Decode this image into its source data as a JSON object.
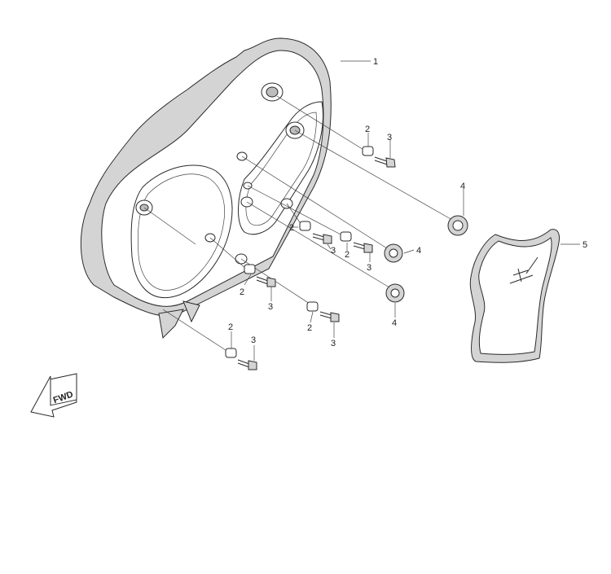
{
  "diagram": {
    "callouts": {
      "c1": "1",
      "c2a": "2",
      "c3a": "3",
      "c4a": "4",
      "c2b": "2",
      "c3b": "3",
      "c2c": "2",
      "c3c": "3",
      "c4b": "4",
      "c2d": "2",
      "c3d": "3",
      "c4c": "4",
      "c5": "5",
      "c2e": "2",
      "c3e": "3",
      "c2f": "2",
      "c3f": "3"
    },
    "direction_badge": "FWD"
  }
}
